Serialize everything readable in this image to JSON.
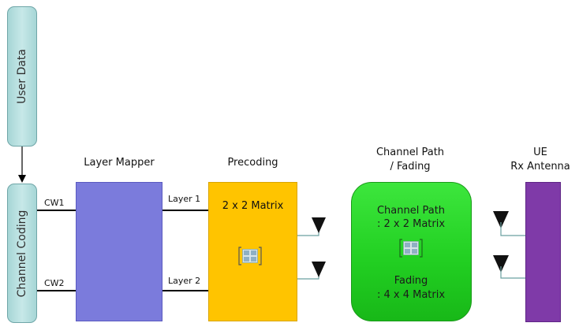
{
  "user_data": {
    "label": "User Data"
  },
  "channel_coding": {
    "label": "Channel Coding",
    "cw1": "CW1",
    "cw2": "CW2"
  },
  "layer_mapper": {
    "title": "Layer Mapper",
    "layer1": "Layer 1",
    "layer2": "Layer 2"
  },
  "precoding": {
    "title": "Precoding",
    "matrix": "2 x 2 Matrix"
  },
  "channel_path": {
    "title_line1": "Channel Path",
    "title_line2": "/ Fading",
    "path_line1": "Channel Path",
    "path_line2": ": 2 x 2 Matrix",
    "fading_line1": "Fading",
    "fading_line2": ": 4 x 4 Matrix"
  },
  "ue": {
    "title_line1": "UE",
    "title_line2": "Rx Antenna"
  },
  "colors": {
    "teal": "#b6dfe0",
    "mapper": "#7b7bdc",
    "precoding": "#ffc400",
    "channel": "#22d022",
    "rx": "#7f3aa8"
  },
  "icons": [
    "matrix-icon",
    "antenna-icon"
  ]
}
